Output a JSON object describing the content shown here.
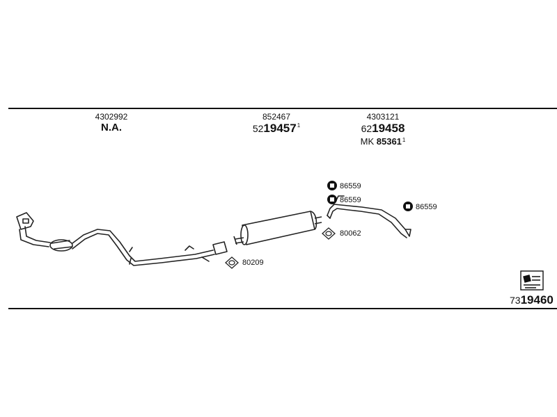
{
  "parts": [
    {
      "top": "4302992",
      "main_label": "N.A."
    },
    {
      "top": "852467",
      "prefix": "52",
      "main": "19457",
      "sup": "1"
    },
    {
      "top": "4303121",
      "prefix": "62",
      "main": "19458",
      "kit_prefix": "MK",
      "kit_number": "85361",
      "kit_sup": "1"
    }
  ],
  "callouts": {
    "clamp_a": "86559",
    "clamp_b": "86559",
    "clamp_c": "86559",
    "gasket_a": "80062",
    "gasket_b": "80209"
  },
  "set_number": {
    "prefix": "73",
    "main": "19460"
  }
}
